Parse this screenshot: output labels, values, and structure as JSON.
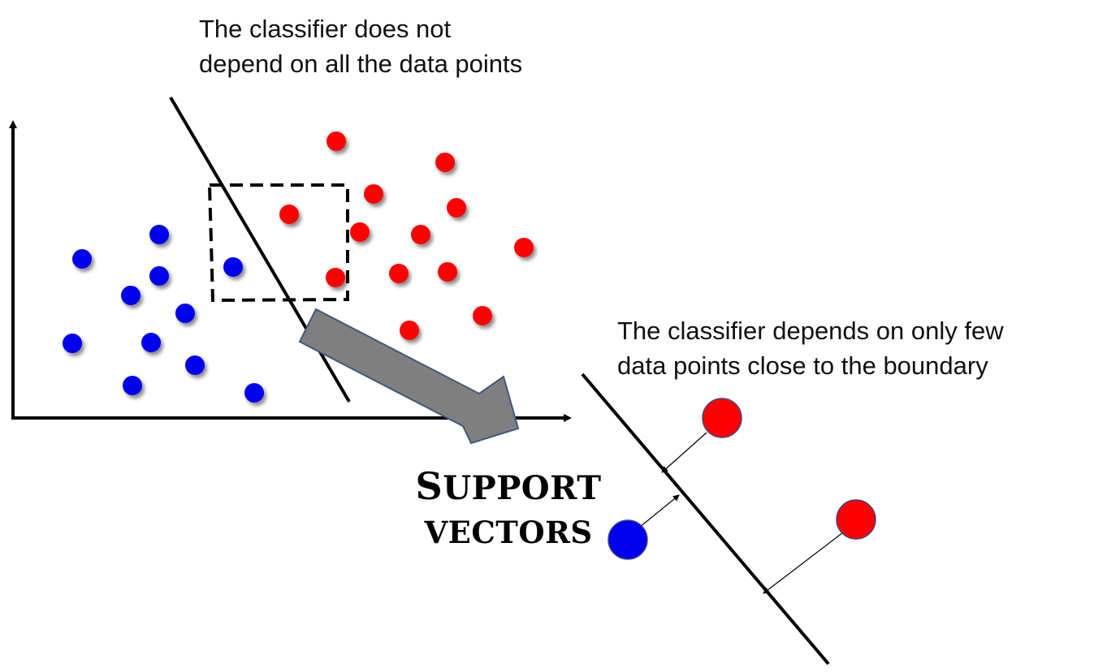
{
  "captions": {
    "top": [
      "The classifier does not",
      "depend on all the data points"
    ],
    "right": [
      "The classifier depends on only few",
      "data points close to the boundary"
    ]
  },
  "support_vectors_label": [
    "Support",
    "vectors"
  ],
  "colors": {
    "class_positive": "#ff0000",
    "class_negative": "#0000ee",
    "boundary": "#000000",
    "arrow_fill": "#7f7f7f",
    "arrow_stroke": "#3f5a7e"
  }
}
